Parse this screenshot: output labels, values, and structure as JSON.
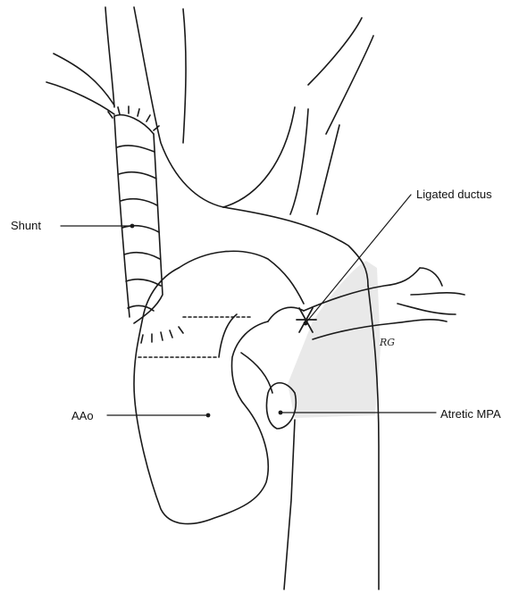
{
  "diagram": {
    "labels": {
      "shunt": "Shunt",
      "ligated_ductus": "Ligated ductus",
      "atretic_mpa": "Atretic MPA",
      "aao": "AAo"
    },
    "artist_initials": "RG",
    "colors": {
      "ink": "#1a1a1a",
      "shade": "#e9e9e9",
      "background": "#ffffff"
    }
  }
}
